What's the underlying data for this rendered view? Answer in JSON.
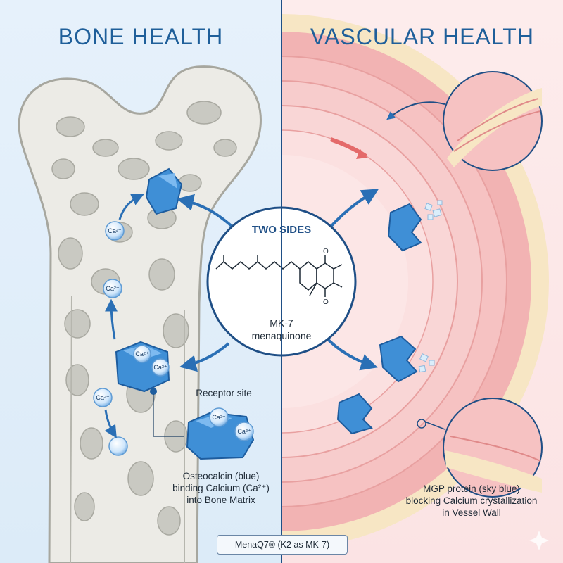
{
  "headings": {
    "left": "BONE HEALTH",
    "right": "VASCULAR HEALTH"
  },
  "center": {
    "title": "TWO SIDES",
    "molecule_name": "MK-7",
    "molecule_chem": "menaquinone",
    "atom_o": "O"
  },
  "left_panel": {
    "receptor_label": "Receptor site",
    "osteocalcin_caption": [
      "Osteocalcin (blue)",
      "binding Calcium (Ca²⁺)",
      "into Bone Matrix"
    ],
    "ion_label": "Ca²⁺"
  },
  "right_panel": {
    "mgp_caption": [
      "MGP protein (sky blue)",
      "blocking Calcium crystallization",
      "in Vessel Wall"
    ]
  },
  "footer": "MenaQ7® (K2 as MK-7)",
  "colors": {
    "accent_blue": "#1f5f9a",
    "protein_blue": "#3f8fd6",
    "bone": "#ecebe6",
    "vessel_pink": "#f3a6a6",
    "vessel_cream": "#f7e6c4"
  }
}
